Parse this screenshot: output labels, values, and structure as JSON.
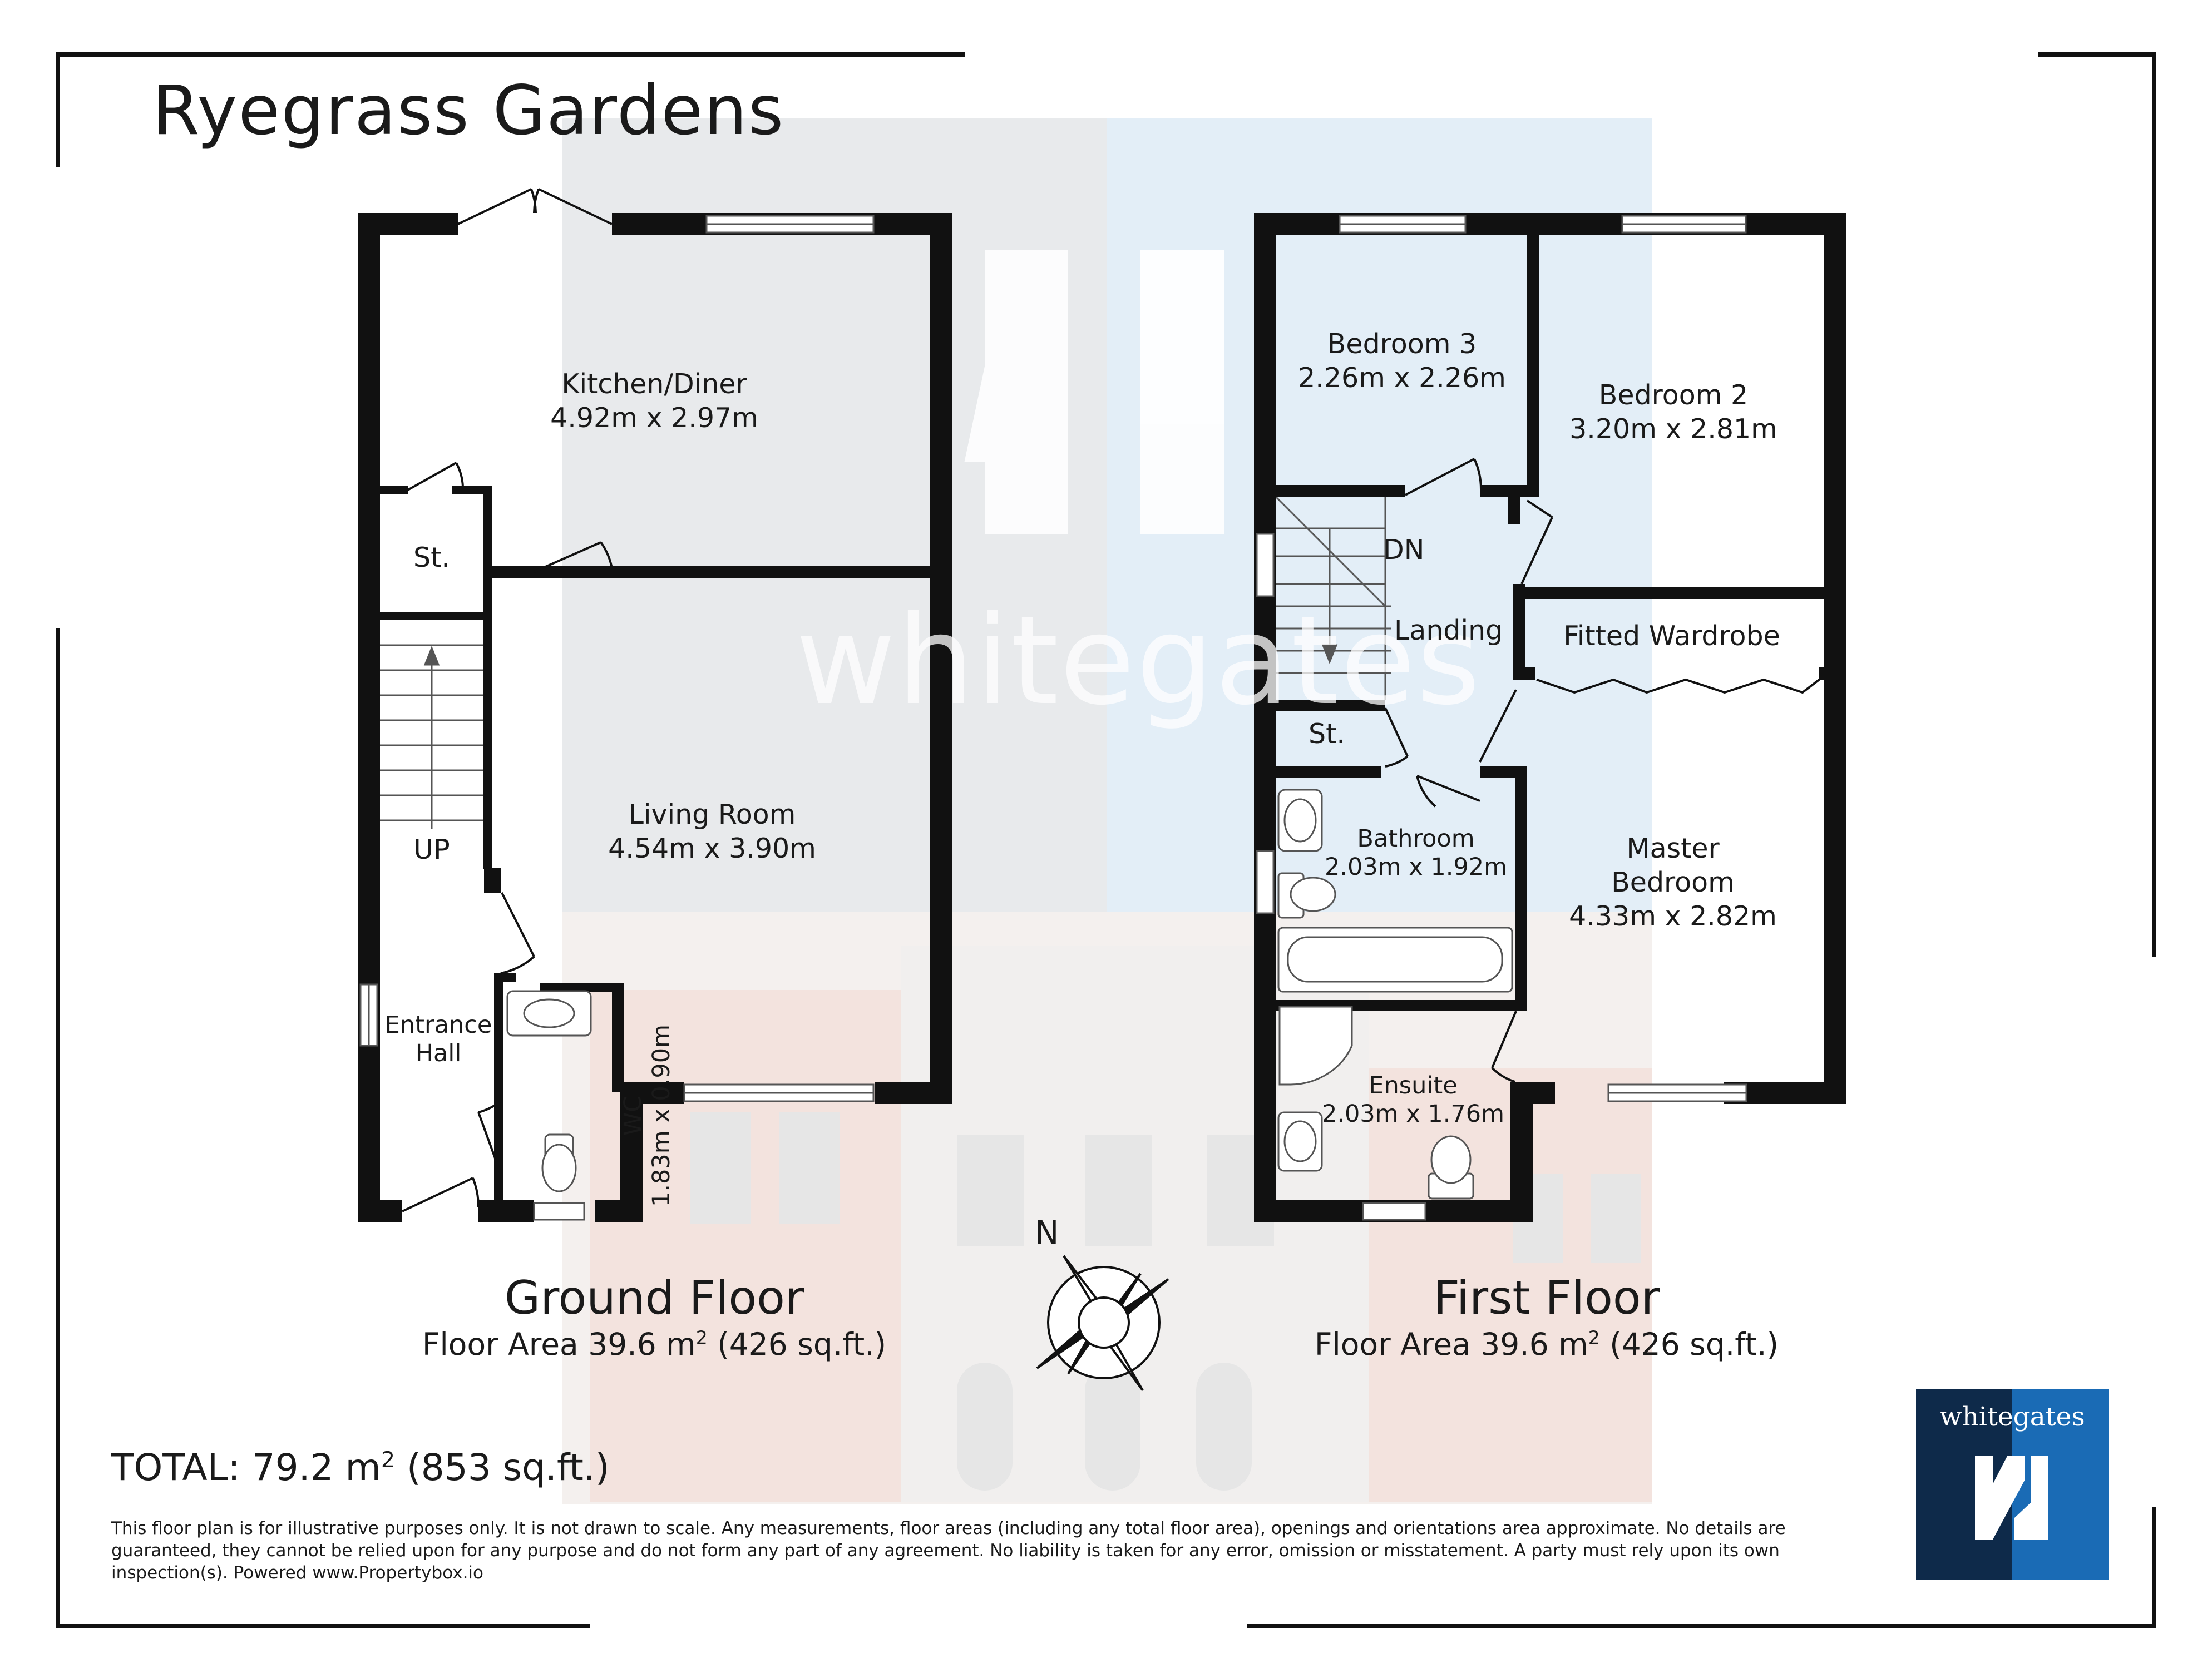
{
  "title": "Ryegrass Gardens",
  "watermark": {
    "text": "whitegates"
  },
  "ground_floor": {
    "name": "Ground Floor",
    "area_label": "Floor Area 39.6 m",
    "area_sup": "2",
    "area_suffix": " (426 sq.ft.)",
    "rooms": {
      "kitchen": {
        "name": "Kitchen/Diner",
        "size": "4.92m x 2.97m"
      },
      "store": {
        "name": "St."
      },
      "stairs": {
        "name": "UP"
      },
      "living": {
        "name": "Living Room",
        "size": "4.54m x 3.90m"
      },
      "entrance_1": {
        "name": "Entrance"
      },
      "entrance_2": {
        "name": "Hall"
      },
      "wc": {
        "name": "WC",
        "size": "1.83m x 0.90m"
      }
    }
  },
  "first_floor": {
    "name": "First Floor",
    "area_label": "Floor Area 39.6 m",
    "area_sup": "2",
    "area_suffix": " (426 sq.ft.)",
    "rooms": {
      "bedroom3": {
        "name": "Bedroom 3",
        "size": "2.26m x 2.26m"
      },
      "bedroom2": {
        "name": "Bedroom 2",
        "size": "3.20m x 2.81m"
      },
      "stairs": {
        "name": "DN"
      },
      "landing": {
        "name": "Landing"
      },
      "wardrobe": {
        "name": "Fitted Wardrobe"
      },
      "store": {
        "name": "St."
      },
      "bathroom": {
        "name": "Bathroom",
        "size": "2.03m x 1.92m"
      },
      "master_1": {
        "name": "Master"
      },
      "master_2": {
        "name": "Bedroom",
        "size": "4.33m x 2.82m"
      },
      "ensuite": {
        "name": "Ensuite",
        "size": "2.03m x 1.76m"
      }
    }
  },
  "compass": {
    "label": "N"
  },
  "total": {
    "label": "TOTAL: 79.2 m",
    "sup": "2",
    "suffix": " (853 sq.ft.)"
  },
  "disclaimer": "This floor plan is for illustrative purposes only. It is not drawn to scale. Any measurements, floor areas (including any total floor area), openings and orientations area approximate. No details are guaranteed, they cannot be relied upon for any purpose and do not form any part of any agreement. No liability is taken for any error, omission or misstatement. A party must rely upon its own inspection(s). Powered www.Propertybox.io",
  "logo": {
    "text": "whitegates",
    "colors": {
      "dark": "#0e2a4a",
      "blue": "#1a6bb5"
    }
  },
  "colors": {
    "wall": "#111111",
    "floor_tint": "#e8ecef",
    "accent_blue": "#dceaf5"
  }
}
